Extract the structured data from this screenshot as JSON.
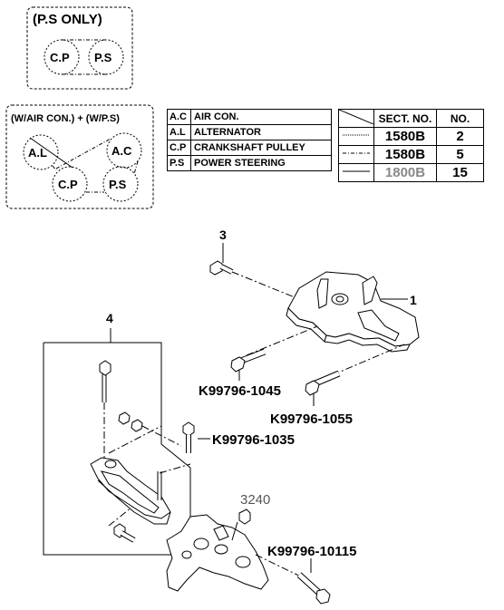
{
  "belt_boxes": {
    "ps_only": {
      "title": "(P.S ONLY)",
      "pulleys": [
        "C.P",
        "P.S"
      ]
    },
    "air_ps": {
      "title": "(W/AIR CON.) + (W/P.S)",
      "pulleys": [
        "A.L",
        "A.C",
        "C.P",
        "P.S"
      ]
    }
  },
  "legend_table": {
    "rows": [
      {
        "code": "A.C",
        "name": "AIR CON."
      },
      {
        "code": "A.L",
        "name": "ALTERNATOR"
      },
      {
        "code": "C.P",
        "name": "CRANKSHAFT PULLEY"
      },
      {
        "code": "P.S",
        "name": "POWER STEERING"
      }
    ]
  },
  "section_table": {
    "headers": {
      "sect": "SECT. NO.",
      "no": "NO."
    },
    "rows": [
      {
        "line_style": "dotted",
        "sect": "1580B",
        "no": "2",
        "sect_color": "#000000"
      },
      {
        "line_style": "dash-dot",
        "sect": "1580B",
        "no": "5",
        "sect_color": "#000000"
      },
      {
        "line_style": "solid",
        "sect": "1800B",
        "no": "15",
        "sect_color": "#888888"
      }
    ]
  },
  "callouts": {
    "part_1": "1",
    "part_3": "3",
    "part_4": "4",
    "part_3240": "3240",
    "bolt_1045": "K99796-1045",
    "bolt_1055": "K99796-1055",
    "bolt_1035": "K99796-1035",
    "bolt_10115": "K99796-10115"
  },
  "colors": {
    "line": "#000000",
    "ref_number": "#555555"
  }
}
